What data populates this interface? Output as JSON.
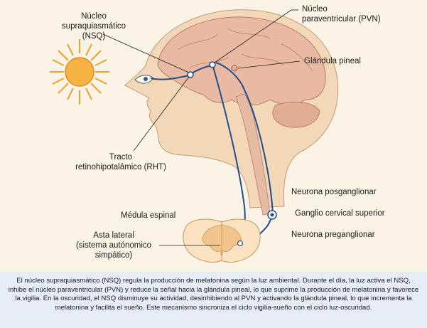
{
  "labels": {
    "nsq": "Núcleo\nsupraquiasmático\n(NSQ)",
    "pvn": "Núcleo\nparaventricular (PVN)",
    "pineal": "Glándula pineal",
    "rht": "Tracto\nretinohipotalámico (RHT)",
    "postganglionic": "Neurona posganglionar",
    "ganglion": "Ganglio cervical superior",
    "preganglionic": "Neurona preganglionar",
    "spinal_cord": "Médula espinal",
    "lateral_horn": "Asta lateral\n(sistema autónomico\nsimpático)"
  },
  "caption": "El núcleo supraquiasmático (NSQ) regula la producción de melatonina según la luz ambiental. Durante el día, la luz activa el NSQ, inhibe el núcleo paraventricular (PVN) y reduce la señal hacia la glándula pineal, lo que suprime la producción de melatonina y favorece la vigilia. En la oscuridad, el NSQ disminuye su actividad, desinhibiendo al PVN y activando la glándula pineal, lo que incrementa la melatonina y facilita el sueño. Este mecanismo sincroniza el ciclo vigilia-sueño con el ciclo luz-oscuridad.",
  "colors": {
    "background": "#fbf4e6",
    "skin": "#f2d8b8",
    "brain": "#e9b9a4",
    "nerve": "#1f4f86",
    "sun": "#f0a030",
    "spinal": "#f3c48c",
    "caption_bg": "#e7ecf6"
  }
}
